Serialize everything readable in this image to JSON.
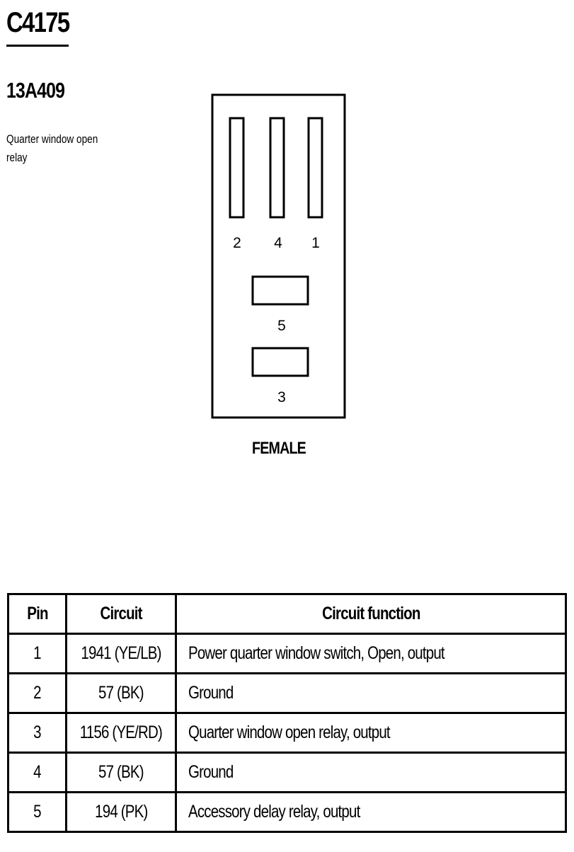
{
  "connector": {
    "id": "C4175",
    "part_number": "13A409",
    "description": "Quarter window open relay",
    "gender": "FEMALE",
    "pin_labels": [
      "2",
      "4",
      "1",
      "5",
      "3"
    ]
  },
  "table": {
    "headers": [
      "Pin",
      "Circuit",
      "Circuit function"
    ],
    "rows": [
      {
        "pin": "1",
        "circuit": "1941 (YE/LB)",
        "function": "Power quarter window switch, Open, output"
      },
      {
        "pin": "2",
        "circuit": "57 (BK)",
        "function": "Ground"
      },
      {
        "pin": "3",
        "circuit": "1156 (YE/RD)",
        "function": "Quarter window open relay, output"
      },
      {
        "pin": "4",
        "circuit": "57 (BK)",
        "function": "Ground"
      },
      {
        "pin": "5",
        "circuit": "194 (PK)",
        "function": "Accessory delay relay, output"
      }
    ]
  }
}
